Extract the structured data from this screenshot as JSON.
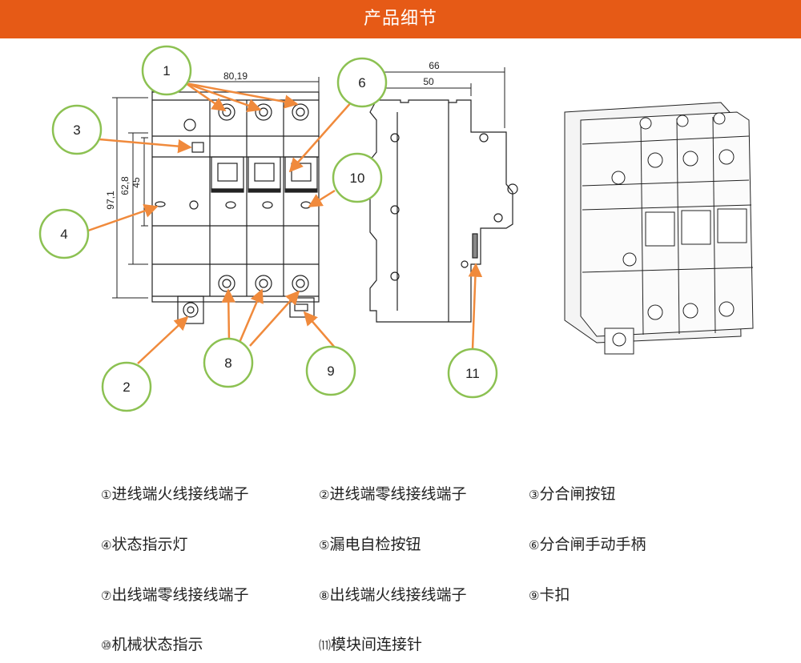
{
  "banner": {
    "title": "产品细节",
    "color": "#e65a16"
  },
  "dimensions": {
    "width_top": "80,19",
    "height_total": "97,1",
    "height_mid": "62,8",
    "height_inner": "45",
    "side_66": "66",
    "side_50": "50"
  },
  "callouts": [
    "1",
    "2",
    "3",
    "4",
    "6",
    "8",
    "9",
    "10",
    "11"
  ],
  "colors": {
    "callout_ring": "#8cc152",
    "arrow": "#f08a3c",
    "line": "#222222"
  },
  "legend": [
    {
      "marker": "①",
      "text": "进线端火线接线端子"
    },
    {
      "marker": "②",
      "text": "进线端零线接线端子"
    },
    {
      "marker": "③",
      "text": "分合闸按钮"
    },
    {
      "marker": "④",
      "text": "状态指示灯"
    },
    {
      "marker": "⑤",
      "text": "漏电自检按钮"
    },
    {
      "marker": "⑥",
      "text": "分合闸手动手柄"
    },
    {
      "marker": "⑦",
      "text": "出线端零线接线端子"
    },
    {
      "marker": "⑧",
      "text": "出线端火线接线端子"
    },
    {
      "marker": "⑨",
      "text": "卡扣"
    },
    {
      "marker": "⑩",
      "text": "机械状态指示"
    },
    {
      "marker": "⑾",
      "text": "模块间连接针"
    }
  ]
}
